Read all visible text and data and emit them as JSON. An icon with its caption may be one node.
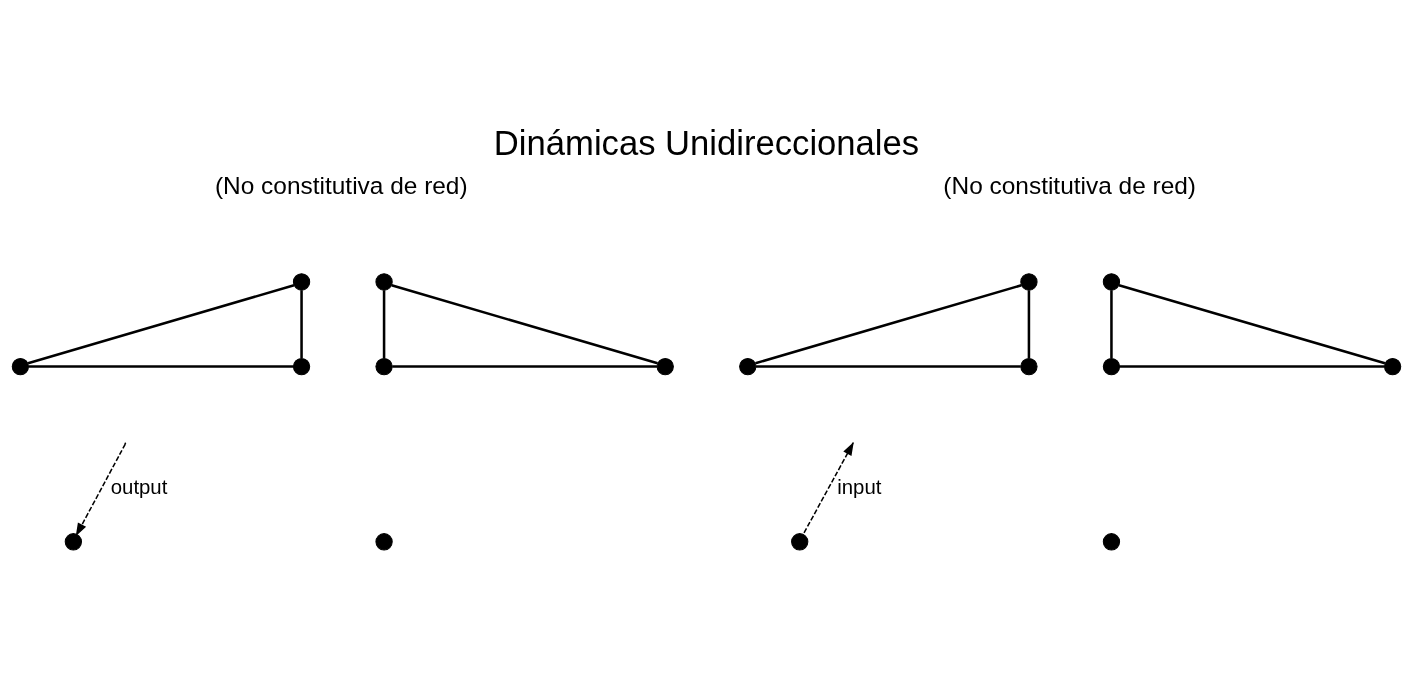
{
  "diagram": {
    "title": "Dinámicas Unidireccionales",
    "nodes": [
      {
        "text": [],
        "shape": "circle"
      },
      {
        "text": [],
        "shape": "circle"
      },
      {
        "text": [],
        "shape": "circle"
      },
      {
        "text": [],
        "shape": "circle"
      },
      {
        "text": [],
        "shape": "circle"
      },
      {
        "text": [],
        "shape": "circle"
      },
      {
        "text": [],
        "shape": "circle"
      },
      {
        "text": [],
        "shape": "circle"
      },
      {
        "text": [],
        "shape": "circle"
      },
      {
        "text": [],
        "shape": "circle"
      },
      {
        "text": [],
        "shape": "circle"
      },
      {
        "text": [],
        "shape": "circle"
      },
      {
        "text": [],
        "shape": "circle"
      },
      {
        "text": [],
        "shape": "circle"
      },
      {
        "text": [],
        "shape": "circle"
      },
      {
        "text": [],
        "shape": "circle"
      }
    ],
    "edges": [
      {
        "from": 0,
        "to": 1,
        "arrow": "none"
      },
      {
        "from": 0,
        "to": 2,
        "arrow": "none"
      },
      {
        "from": 1,
        "to": 2,
        "arrow": "none"
      },
      {
        "from": 3,
        "to": 4,
        "arrow": "none"
      },
      {
        "from": 3,
        "to": 5,
        "arrow": "none"
      },
      {
        "from": 4,
        "to": 5,
        "arrow": "none"
      },
      {
        "from": 6,
        "to": 7,
        "arrow": "none"
      },
      {
        "from": 6,
        "to": 8,
        "arrow": "none"
      },
      {
        "from": 7,
        "to": 8,
        "arrow": "none"
      },
      {
        "from": 9,
        "to": 10,
        "arrow": "none"
      },
      {
        "from": 9,
        "to": 11,
        "arrow": "none"
      },
      {
        "from": 10,
        "to": 11,
        "arrow": "none"
      },
      {
        "from": null,
        "to": 12,
        "arrow": "to",
        "label": "output",
        "style": "dashed"
      },
      {
        "from": 14,
        "to": null,
        "arrow": "to",
        "label": "input",
        "style": "dashed"
      }
    ],
    "labels": [
      "(No constitutiva de red)",
      "(No constitutiva de red)"
    ]
  }
}
